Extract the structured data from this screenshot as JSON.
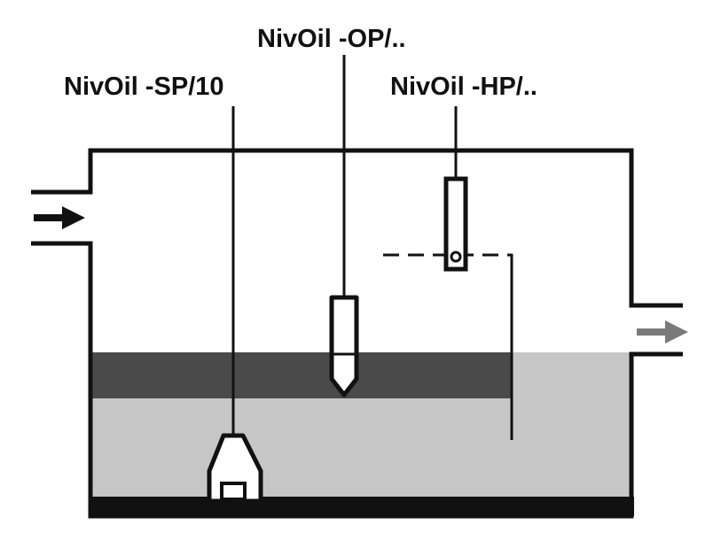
{
  "labels": {
    "sp": "NivOil -SP/10",
    "op": "NivOil -OP/..",
    "hp": "NivOil -HP/.."
  },
  "colors": {
    "line": "#111111",
    "oil_layer": "#4a4a4a",
    "water": "#c6c6c6",
    "sludge": "#111111",
    "outlet_arrow": "#7a7a7a",
    "inlet_arrow": "#111111"
  },
  "icons": {
    "inlet_arrow": "arrow-right-icon",
    "outlet_arrow": "arrow-right-icon"
  }
}
